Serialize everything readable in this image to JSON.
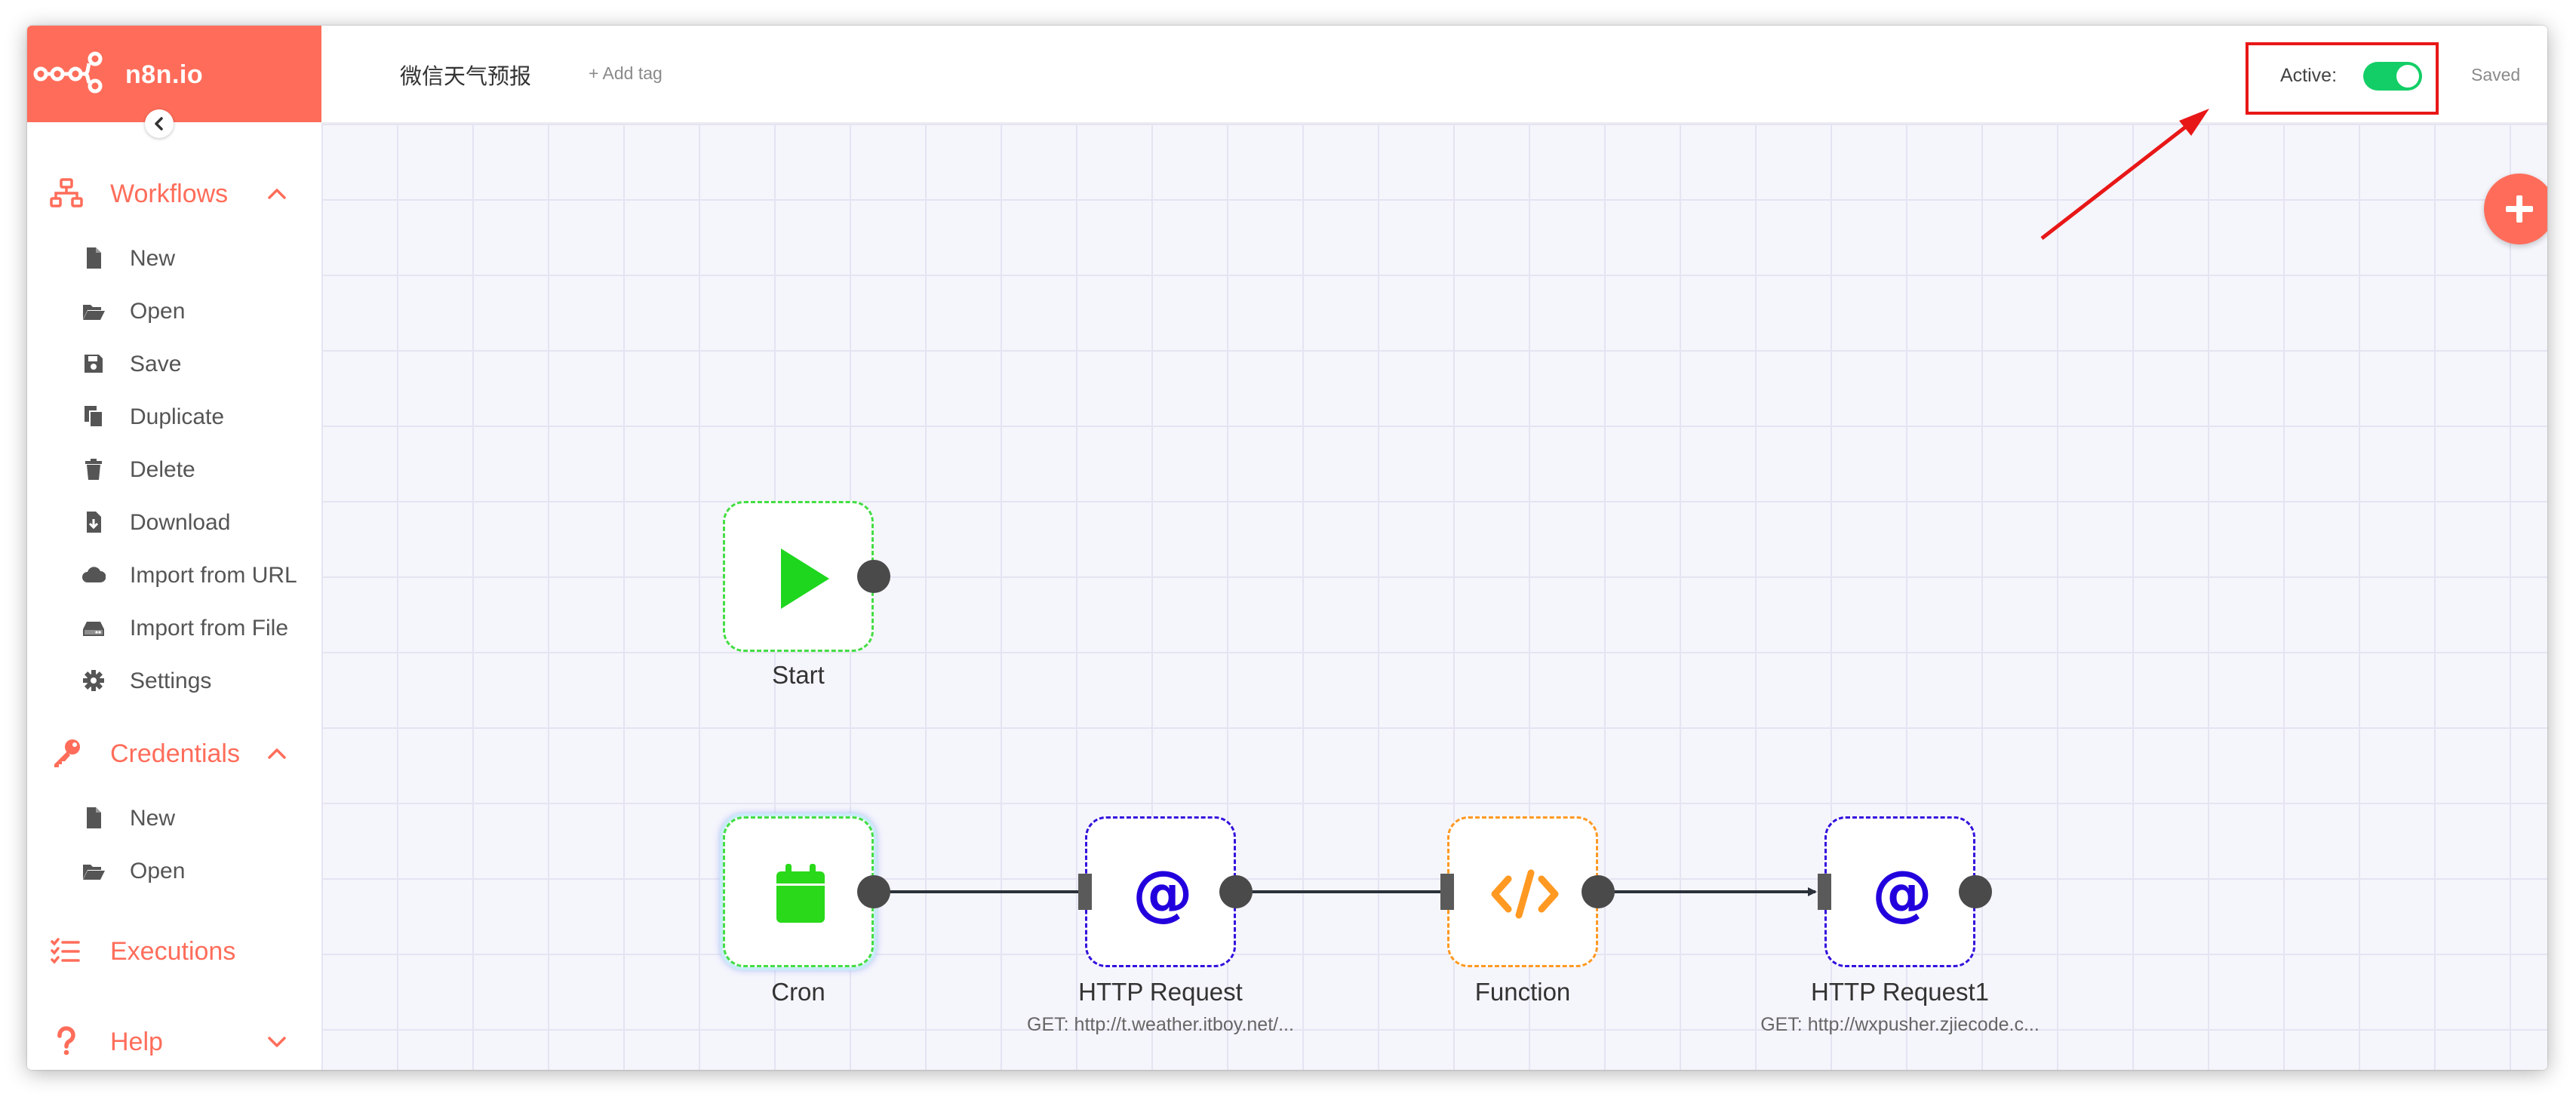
{
  "app": {
    "name": "n8n.io",
    "brand_color": "#ff6d5a"
  },
  "sidebar": {
    "sections": [
      {
        "label": "Workflows",
        "icon": "sitemap-icon",
        "expanded": true,
        "items": [
          {
            "label": "New",
            "icon": "file-icon"
          },
          {
            "label": "Open",
            "icon": "folder-open-icon"
          },
          {
            "label": "Save",
            "icon": "save-icon"
          },
          {
            "label": "Duplicate",
            "icon": "copy-icon"
          },
          {
            "label": "Delete",
            "icon": "trash-icon"
          },
          {
            "label": "Download",
            "icon": "download-icon"
          },
          {
            "label": "Import from URL",
            "icon": "cloud-icon"
          },
          {
            "label": "Import from File",
            "icon": "hdd-icon"
          },
          {
            "label": "Settings",
            "icon": "cog-icon"
          }
        ]
      },
      {
        "label": "Credentials",
        "icon": "key-icon",
        "expanded": true,
        "items": [
          {
            "label": "New",
            "icon": "file-icon"
          },
          {
            "label": "Open",
            "icon": "folder-open-icon"
          }
        ]
      },
      {
        "label": "Executions",
        "icon": "tasks-icon"
      },
      {
        "label": "Help",
        "icon": "question-icon",
        "expanded": false
      }
    ]
  },
  "header": {
    "workflow_name": "微信天气预报",
    "add_tag": "+ Add tag",
    "active_label": "Active:",
    "active": true,
    "status": "Saved"
  },
  "canvas": {
    "nodes": [
      {
        "name": "Start",
        "subtitle": "",
        "icon": "play-icon",
        "color": "#1ed61e"
      },
      {
        "name": "Cron",
        "subtitle": "",
        "icon": "calendar-icon",
        "color": "#29d91a"
      },
      {
        "name": "HTTP Request",
        "subtitle": "GET: http://t.weather.itboy.net/...",
        "icon": "at-icon",
        "color": "#2200dd"
      },
      {
        "name": "Function",
        "subtitle": "",
        "icon": "code-icon",
        "color": "#ff9922"
      },
      {
        "name": "HTTP Request1",
        "subtitle": "GET: http://wxpusher.zjiecode.c...",
        "icon": "at-icon",
        "color": "#2200dd"
      }
    ],
    "connections": [
      [
        "Cron",
        "HTTP Request"
      ],
      [
        "HTTP Request",
        "Function"
      ],
      [
        "Function",
        "HTTP Request1"
      ]
    ]
  },
  "annotation": {
    "color": "#e81717"
  }
}
